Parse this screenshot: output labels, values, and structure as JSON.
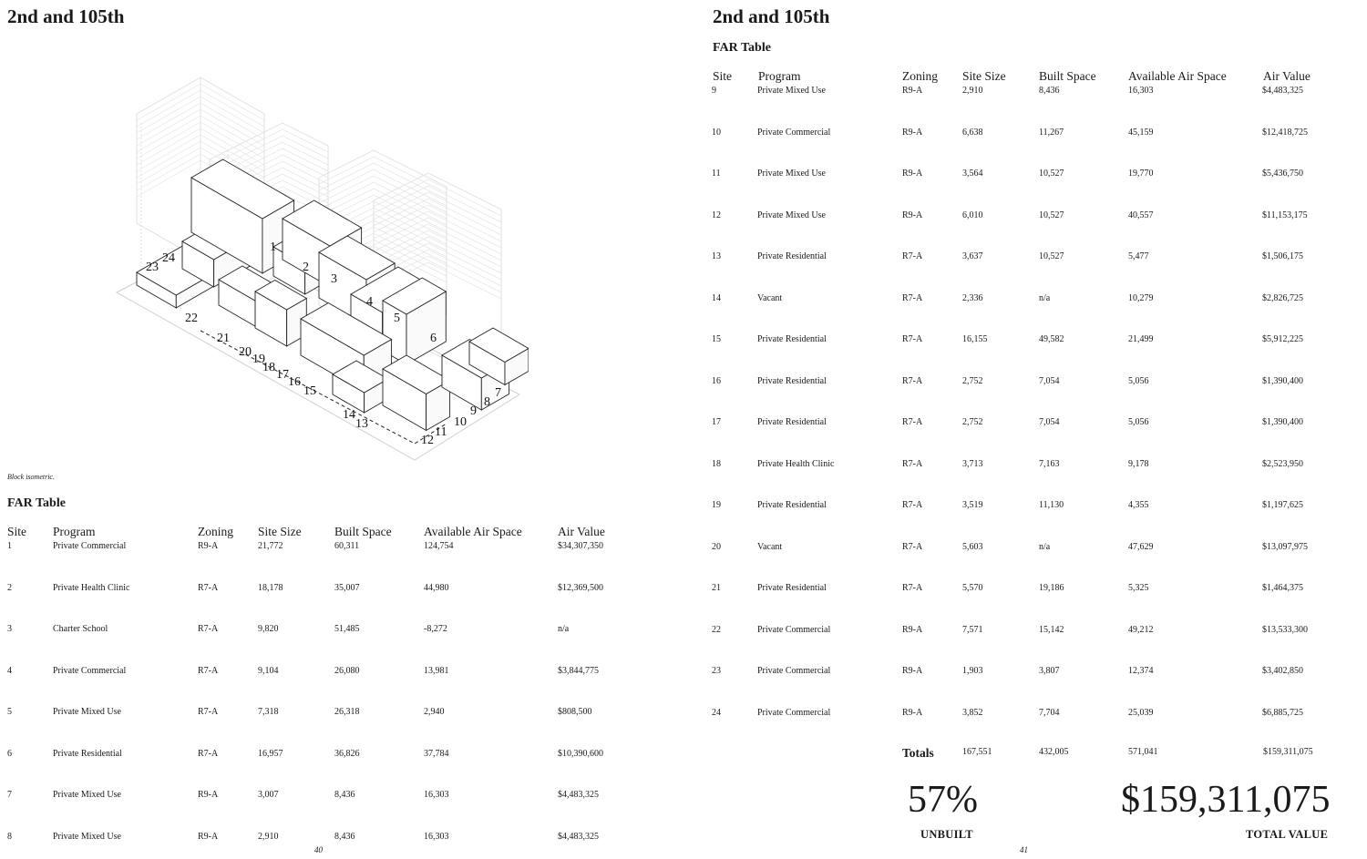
{
  "left_page": {
    "title": "2nd and 105th",
    "caption": "Block isometric.",
    "table_title": "FAR Table",
    "page_number": "40",
    "site_labels": [
      "1",
      "2",
      "3",
      "4",
      "5",
      "6",
      "7",
      "8",
      "9",
      "10",
      "11",
      "12",
      "13",
      "14",
      "15",
      "16",
      "17",
      "18",
      "19",
      "20",
      "21",
      "22",
      "23",
      "24"
    ],
    "columns": [
      "Site",
      "Program",
      "Zoning",
      "Site Size",
      "Built Space",
      "Available Air Space",
      "Air Value"
    ],
    "rows": [
      {
        "site": "1",
        "program": "Private Commercial",
        "zoning": "R9-A",
        "site_size": "21,772",
        "built": "60,311",
        "air_space": "124,754",
        "air_value": "$34,307,350"
      },
      {
        "site": "2",
        "program": "Private Health Clinic",
        "zoning": "R7-A",
        "site_size": "18,178",
        "built": "35,007",
        "air_space": "44,980",
        "air_value": "$12,369,500"
      },
      {
        "site": "3",
        "program": "Charter School",
        "zoning": "R7-A",
        "site_size": "9,820",
        "built": "51,485",
        "air_space": "-8,272",
        "air_value": "n/a"
      },
      {
        "site": "4",
        "program": "Private Commercial",
        "zoning": "R7-A",
        "site_size": "9,104",
        "built": "26,080",
        "air_space": "13,981",
        "air_value": "$3,844,775"
      },
      {
        "site": "5",
        "program": "Private Mixed Use",
        "zoning": "R7-A",
        "site_size": "7,318",
        "built": "26,318",
        "air_space": "2,940",
        "air_value": "$808,500"
      },
      {
        "site": "6",
        "program": "Private Residential",
        "zoning": "R7-A",
        "site_size": "16,957",
        "built": "36,826",
        "air_space": "37,784",
        "air_value": "$10,390,600"
      },
      {
        "site": "7",
        "program": "Private Mixed Use",
        "zoning": "R9-A",
        "site_size": "3,007",
        "built": "8,436",
        "air_space": "16,303",
        "air_value": "$4,483,325"
      },
      {
        "site": "8",
        "program": "Private Mixed Use",
        "zoning": "R9-A",
        "site_size": "2,910",
        "built": "8,436",
        "air_space": "16,303",
        "air_value": "$4,483,325"
      }
    ]
  },
  "right_page": {
    "title": "2nd and 105th",
    "table_title": "FAR Table",
    "page_number": "41",
    "columns": [
      "Site",
      "Program",
      "Zoning",
      "Site Size",
      "Built Space",
      "Available Air Space",
      "Air Value"
    ],
    "rows": [
      {
        "site": "9",
        "program": "Private Mixed Use",
        "zoning": "R9-A",
        "site_size": "2,910",
        "built": "8,436",
        "air_space": "16,303",
        "air_value": "$4,483,325"
      },
      {
        "site": "10",
        "program": "Private Commercial",
        "zoning": "R9-A",
        "site_size": "6,638",
        "built": "11,267",
        "air_space": "45,159",
        "air_value": "$12,418,725"
      },
      {
        "site": "11",
        "program": "Private Mixed Use",
        "zoning": "R9-A",
        "site_size": "3,564",
        "built": "10,527",
        "air_space": "19,770",
        "air_value": "$5,436,750"
      },
      {
        "site": "12",
        "program": "Private Mixed Use",
        "zoning": "R9-A",
        "site_size": "6,010",
        "built": "10,527",
        "air_space": "40,557",
        "air_value": "$11,153,175"
      },
      {
        "site": "13",
        "program": "Private Residential",
        "zoning": "R7-A",
        "site_size": "3,637",
        "built": "10,527",
        "air_space": "5,477",
        "air_value": "$1,506,175"
      },
      {
        "site": "14",
        "program": "Vacant",
        "zoning": "R7-A",
        "site_size": "2,336",
        "built": "n/a",
        "air_space": "10,279",
        "air_value": "$2,826,725"
      },
      {
        "site": "15",
        "program": "Private Residential",
        "zoning": "R7-A",
        "site_size": "16,155",
        "built": "49,582",
        "air_space": "21,499",
        "air_value": "$5,912,225"
      },
      {
        "site": "16",
        "program": "Private Residential",
        "zoning": "R7-A",
        "site_size": "2,752",
        "built": "7,054",
        "air_space": "5,056",
        "air_value": "$1,390,400"
      },
      {
        "site": "17",
        "program": "Private Residential",
        "zoning": "R7-A",
        "site_size": "2,752",
        "built": "7,054",
        "air_space": "5,056",
        "air_value": "$1,390,400"
      },
      {
        "site": "18",
        "program": "Private Health Clinic",
        "zoning": "R7-A",
        "site_size": "3,713",
        "built": "7,163",
        "air_space": "9,178",
        "air_value": "$2,523,950"
      },
      {
        "site": "19",
        "program": "Private Residential",
        "zoning": "R7-A",
        "site_size": "3,519",
        "built": "11,130",
        "air_space": "4,355",
        "air_value": "$1,197,625"
      },
      {
        "site": "20",
        "program": "Vacant",
        "zoning": "R7-A",
        "site_size": "5,603",
        "built": "n/a",
        "air_space": "47,629",
        "air_value": "$13,097,975"
      },
      {
        "site": "21",
        "program": "Private Residential",
        "zoning": "R7-A",
        "site_size": "5,570",
        "built": "19,186",
        "air_space": "5,325",
        "air_value": "$1,464,375"
      },
      {
        "site": "22",
        "program": "Private Commercial",
        "zoning": "R9-A",
        "site_size": "7,571",
        "built": "15,142",
        "air_space": "49,212",
        "air_value": "$13,533,300"
      },
      {
        "site": "23",
        "program": "Private Commercial",
        "zoning": "R9-A",
        "site_size": "1,903",
        "built": "3,807",
        "air_space": "12,374",
        "air_value": "$3,402,850"
      },
      {
        "site": "24",
        "program": "Private Commercial",
        "zoning": "R9-A",
        "site_size": "3,852",
        "built": "7,704",
        "air_space": "25,039",
        "air_value": "$6,885,725"
      }
    ],
    "totals": {
      "label": "Totals",
      "site_size": "167,551",
      "built": "432,005",
      "air_space": "571,041",
      "air_value": "$159,311,075"
    },
    "unbuilt_percent": "57%",
    "unbuilt_label": "UNBUILT",
    "total_value": "$159,311,075",
    "total_value_label": "TOTAL VALUE"
  }
}
